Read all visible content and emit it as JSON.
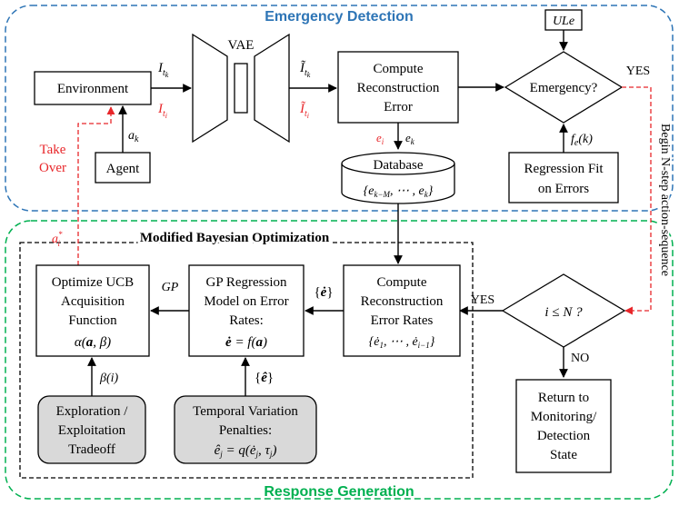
{
  "regions": {
    "top_title": "Emergency Detection",
    "bottom_title": "Response Generation",
    "mbo_title": "Modified Bayesian Optimization"
  },
  "nodes": {
    "environment": "Environment",
    "agent": "Agent",
    "vae": "VAE",
    "compute_error": [
      "Compute",
      "Reconstruction",
      "Error"
    ],
    "emergency": "Emergency?",
    "ule": "ULe",
    "database": [
      "Database",
      "{e_{k−M}, ⋯, e_k}"
    ],
    "regression_fit": [
      "Regression Fit",
      "on Errors"
    ],
    "compute_rates": [
      "Compute",
      "Reconstruction",
      "Error Rates",
      "{ė₁, ⋯, ė_{i−1}}"
    ],
    "gp_model": [
      "GP Regression",
      "Model on Error",
      "Rates:",
      "ė = f(a)"
    ],
    "ucb": [
      "Optimize UCB",
      "Acquisition",
      "Function",
      "α(a, β)"
    ],
    "explore": [
      "Exploration /",
      "Exploitation",
      "Tradeoff"
    ],
    "temporal": [
      "Temporal Variation",
      "Penalties:",
      "ê_j = q(ė_j, τ_j)"
    ],
    "decision_n": "i ≤ N ?",
    "return_box": [
      "Return to",
      "Monitoring/",
      "Detection",
      "State"
    ]
  },
  "labels": {
    "yes_top": "YES",
    "yes_mid": "YES",
    "no": "NO",
    "gp": "GP",
    "e_set": "{ė}",
    "e_hat_set": "{ê}",
    "beta_i": "β(i)",
    "fe_k": "f_e(k)",
    "a_k": "a_k",
    "a_i_star": "a_i*",
    "take_over": [
      "Take",
      "Over"
    ],
    "begin_n_step": "Begin N-step action-sequence",
    "I_tk": "I_tk",
    "I_ti": "I_ti",
    "I_tilde_tk": "Ĩ_tk",
    "I_tilde_ti": "Ĩ_ti",
    "e_i": "e_i",
    "e_k": "e_k"
  },
  "colors": {
    "top_region": "#2e75b6",
    "bottom_region": "#00b050",
    "red": "#e8262a",
    "gray_fill": "#d9d9d9"
  }
}
